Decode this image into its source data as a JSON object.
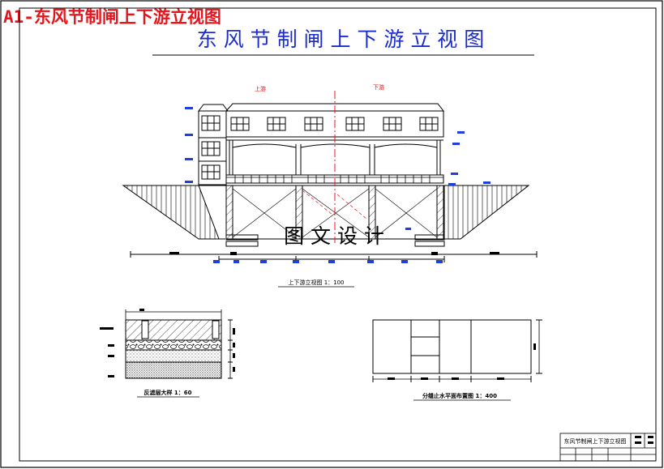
{
  "sheet_label": "A1-东风节制闸上下游立视图",
  "drawing": {
    "title": "东 风 节 制 闸 上 下 游 立 视 图",
    "upstream_label": "上游",
    "downstream_label": "下游",
    "watermark": "图 文 设 计"
  },
  "views": {
    "elevation_caption": "上下游立视图 1：100",
    "filter_caption": "反滤层大样 1：60",
    "waterstop_caption": "分缝止水平面布置图 1：400"
  },
  "title_block": {
    "drawing_name": "东风节制闸上下游立视图"
  },
  "colors": {
    "line": "#000000",
    "accent_red": "#e8141b",
    "title_blue": "#1a2ccf",
    "marker_blue": "#1f3fd8",
    "centerline": "#e8141b"
  }
}
